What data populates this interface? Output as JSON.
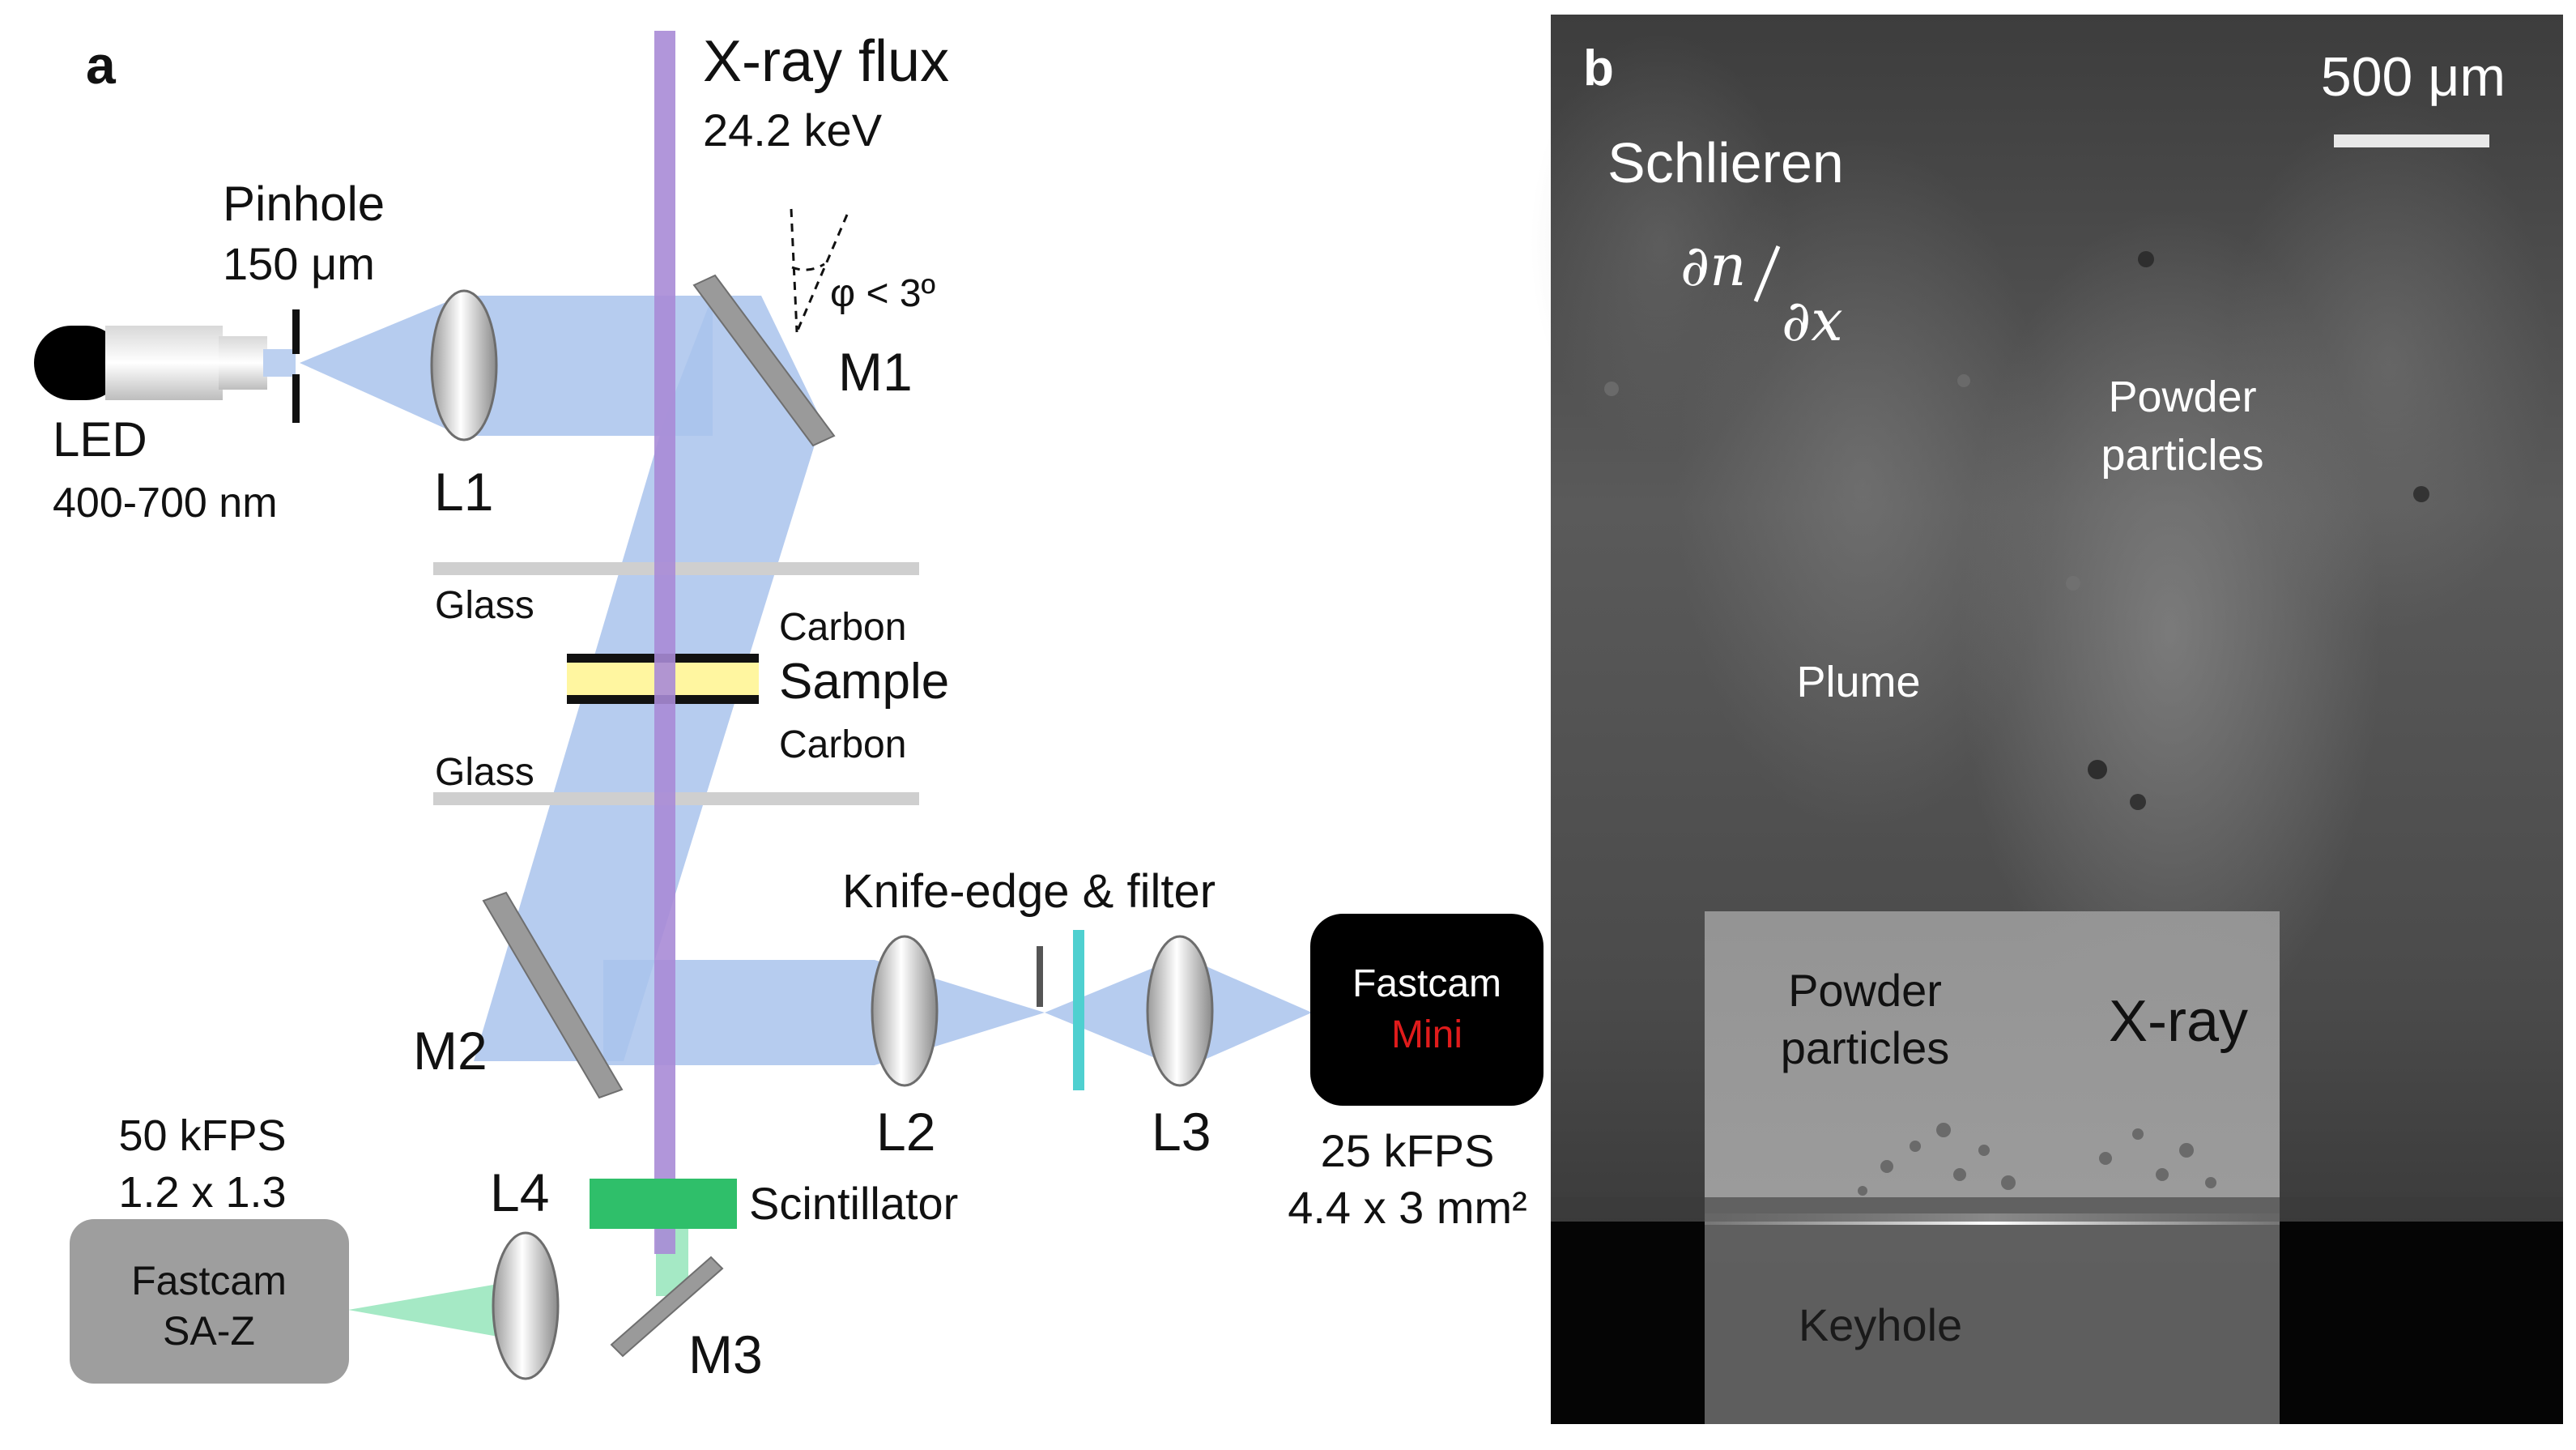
{
  "panel_a": {
    "letter": "a",
    "xray_title": "X-ray flux",
    "xray_energy": "24.2 keV",
    "pinhole_title": "Pinhole",
    "pinhole_size": "150 μm",
    "led_title": "LED",
    "led_range": "400-700 nm",
    "angle_label": "φ < 3º",
    "lens_labels": {
      "l1": "L1",
      "l2": "L2",
      "l3": "L3",
      "l4": "L4"
    },
    "mirror_labels": {
      "m1": "M1",
      "m2": "M2",
      "m3": "M3"
    },
    "glass_top": "Glass",
    "glass_bottom": "Glass",
    "carbon_top": "Carbon",
    "sample": "Sample",
    "carbon_bottom": "Carbon",
    "knife_edge": "Knife-edge & filter",
    "scintillator": "Scintillator",
    "fastcam_mini": {
      "line1": "Fastcam",
      "line2": "Mini",
      "fps": "25 kFPS",
      "area": "4.4 x 3 mm²"
    },
    "fastcam_saz": {
      "line1": "Fastcam",
      "line2": "SA-Z",
      "fps": "50 kFPS",
      "area": "1.2 x 1.3"
    }
  },
  "panel_b": {
    "letter": "b",
    "scale_bar": "500 μm",
    "schlieren": "Schlieren",
    "derivative_num": "∂n",
    "derivative_den": "∂x",
    "powder_top_line1": "Powder",
    "powder_top_line2": "particles",
    "plume": "Plume",
    "powder_inset_line1": "Powder",
    "powder_inset_line2": "particles",
    "xray": "X-ray",
    "keyhole": "Keyhole"
  },
  "colors": {
    "xray_beam": "#a98bd6",
    "light_beam": "#a9c3ec",
    "scintillator": "#2fbf6a",
    "filter": "#4fd0d0",
    "sample_fill": "#fff6a0",
    "mini_text": "#e01b1b"
  }
}
